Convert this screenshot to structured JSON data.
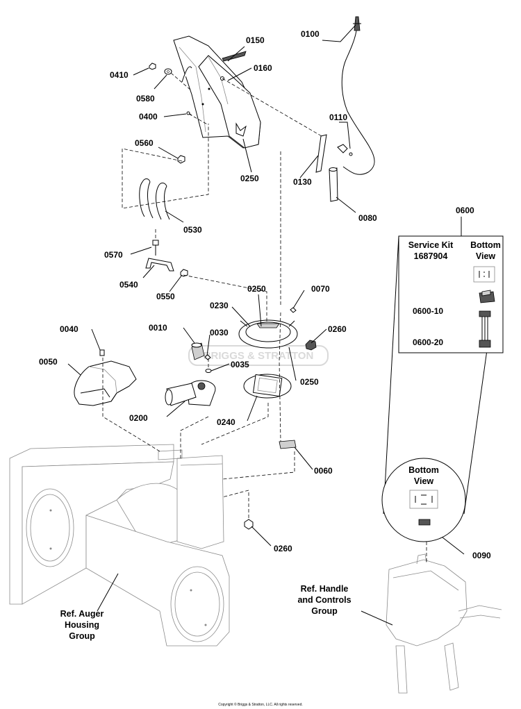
{
  "part_numbers": {
    "p0150": "0150",
    "p0100": "0100",
    "p0410": "0410",
    "p0160": "0160",
    "p0580": "0580",
    "p0400": "0400",
    "p0110": "0110",
    "p0560": "0560",
    "p0250a": "0250",
    "p0130": "0130",
    "p0080": "0080",
    "p0530": "0530",
    "p0600": "0600",
    "p0570": "0570",
    "p0540": "0540",
    "p0550": "0550",
    "p0250b": "0250",
    "p0070": "0070",
    "p0230": "0230",
    "p0010": "0010",
    "p0030": "0030",
    "p0260a": "0260",
    "p0040": "0040",
    "p0035": "0035",
    "p0250c": "0250",
    "p0050": "0050",
    "p0200": "0200",
    "p0240": "0240",
    "p0060": "0060",
    "p0260b": "0260",
    "p0090": "0090"
  },
  "service_kit": {
    "title": "Service Kit",
    "kit_number": "1687904",
    "bottom_view_line1": "Bottom",
    "bottom_view_line2": "View",
    "sub_part_1": "0600-10",
    "sub_part_2": "0600-20"
  },
  "switch_detail": {
    "bottom_view_line1": "Bottom",
    "bottom_view_line2": "View"
  },
  "references": {
    "auger_line1": "Ref. Auger",
    "auger_line2": "Housing",
    "auger_line3": "Group",
    "handle_line1": "Ref. Handle",
    "handle_line2": "and Controls",
    "handle_line3": "Group"
  },
  "watermark": "BRIGGS & STRATTON",
  "copyright": "Copyright © Briggs & Stratton, LLC. All rights reserved."
}
